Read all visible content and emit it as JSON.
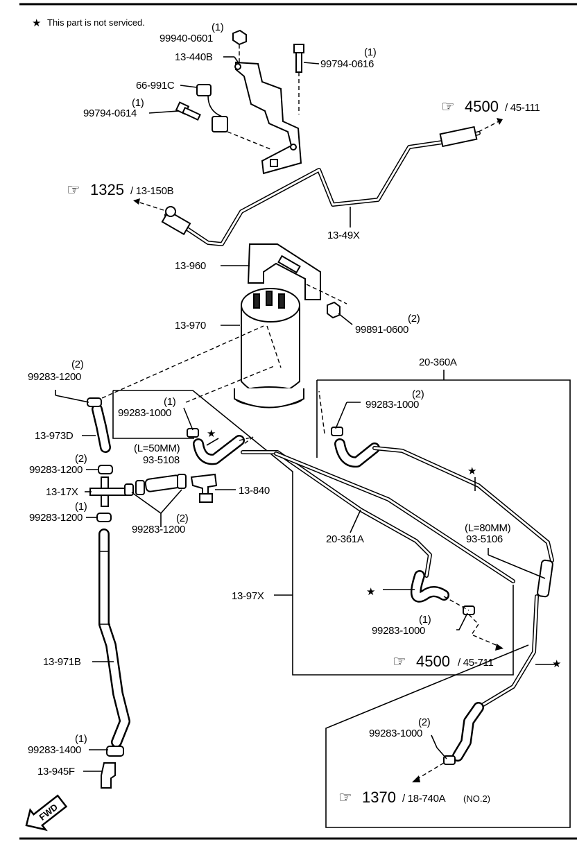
{
  "note": {
    "star": "★",
    "text": "This part is not serviced."
  },
  "refs": {
    "r4500a": {
      "num": "4500",
      "sub": "/ 45-111"
    },
    "r1325": {
      "num": "1325",
      "sub": "/ 13-150B"
    },
    "r4500b": {
      "num": "4500",
      "sub": "/ 45-711"
    },
    "r1370": {
      "num": "1370",
      "sub": "/ 18-740A",
      "extra": "(NO.2)"
    }
  },
  "labels": {
    "p99940": "99940-0601",
    "q99940": "(1)",
    "p13440b": "13-440B",
    "p99794_0616": "99794-0616",
    "q99794_0616": "(1)",
    "p66991c": "66-991C",
    "p99794_0614": "99794-0614",
    "q99794_0614": "(1)",
    "p1349x": "13-49X",
    "p13960": "13-960",
    "p13970": "13-970",
    "p99891": "99891-0600",
    "q99891": "(2)",
    "p20360a": "20-360A",
    "p99283_1200a": "99283-1200",
    "q99283_1200a": "(2)",
    "p99283_1000a": "99283-1000",
    "q99283_1000a": "(1)",
    "p99283_1000b": "99283-1000",
    "q99283_1000b": "(2)",
    "p13973d": "13-973D",
    "l50": "(L=50MM)",
    "p935108": "93-5108",
    "p99283_1200b": "99283-1200",
    "q99283_1200b": "(2)",
    "p1317x": "13-17X",
    "p13840": "13-840",
    "p99283_1200c": "99283-1200",
    "q99283_1200c": "(1)",
    "p99283_1200d": "99283-1200",
    "q99283_1200d": "(2)",
    "p20361a": "20-361A",
    "l80": "(L=80MM)",
    "p935106": "93-5106",
    "p1397x": "13-97X",
    "p99283_1000c": "99283-1000",
    "q99283_1000c": "(1)",
    "p13971b": "13-971B",
    "p99283_1000d": "99283-1000",
    "q99283_1000d": "(2)",
    "p99283_1400": "99283-1400",
    "q99283_1400": "(1)",
    "p13945f": "13-945F",
    "fwd": "FWD",
    "star": "★"
  }
}
